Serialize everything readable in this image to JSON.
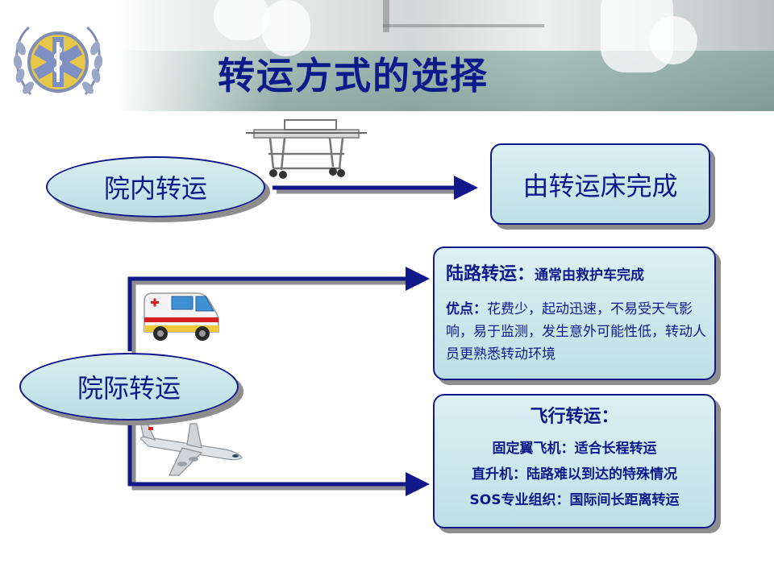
{
  "title": "转运方式的选择",
  "inner": {
    "label": "院内转运",
    "result": "由转运床完成"
  },
  "inter": {
    "label": "院际转运"
  },
  "land": {
    "title": "陆路转运：",
    "subtitle": "通常由救护车完成",
    "adv_label": "优点：",
    "adv_text": "花费少，起动迅速，不易受天气影响，易于监测，发生意外可能性低，转动人员更熟悉转动环境"
  },
  "air": {
    "title": "飞行转运：",
    "lines": [
      {
        "prefix": "",
        "text": "固定翼飞机：适合长程转运"
      },
      {
        "prefix": "",
        "text": "直升机：陆路难以到达的特殊情况"
      },
      {
        "prefix": "SOS",
        "text": "专业组织：国际间长距离转运"
      }
    ]
  },
  "colors": {
    "title": "#0d1a8a",
    "arrow": "#10188a",
    "shape_fill": "#c9e6ea",
    "shadow": "#8e8e8e"
  },
  "icons": [
    "medical-emblem-icon",
    "stretcher-icon",
    "ambulance-icon",
    "airplane-icon"
  ]
}
